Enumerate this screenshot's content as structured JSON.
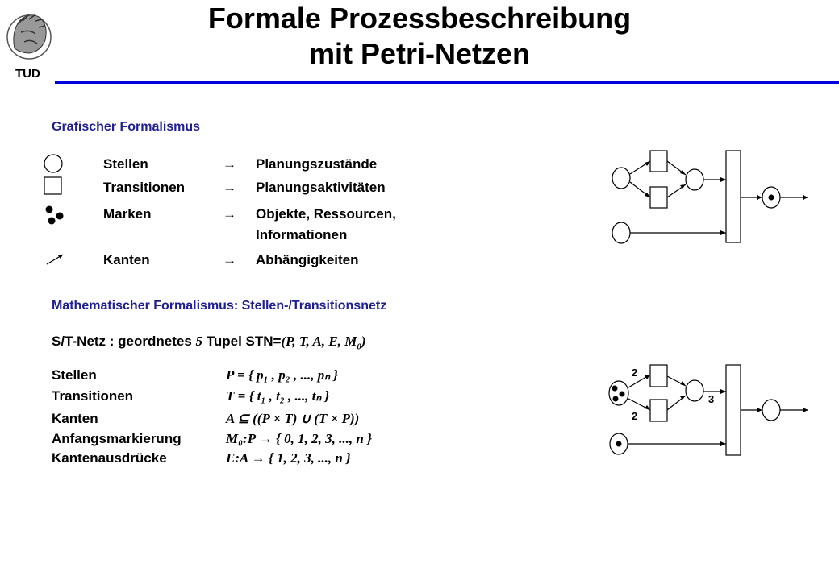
{
  "header": {
    "title_line1": "Formale Prozessbeschreibung",
    "title_line2": "mit Petri-Netzen",
    "logo_text": "TUD"
  },
  "grafisch": {
    "heading": "Grafischer Formalismus",
    "items": [
      {
        "term": "Stellen",
        "arrow": "→",
        "meaning": "Planungszustände"
      },
      {
        "term": "Transitionen",
        "arrow": "→",
        "meaning": "Planungsaktivitäten"
      },
      {
        "term": "Marken",
        "arrow": "→",
        "meaning": "Objekte, Ressourcen,",
        "meaning2": "Informationen"
      },
      {
        "term": "Kanten",
        "arrow": "→",
        "meaning": "Abhängigkeiten"
      }
    ]
  },
  "mathematisch": {
    "heading": "Mathematischer Formalismus: Stellen-/Transitionsnetz",
    "def_prefix": "S/T-Netz : geordnetes ",
    "def_number": "5",
    "def_mid": " Tupel STN=",
    "def_tuple": "(P, T, A, E, M",
    "def_sub": "0",
    "def_close": ")",
    "rows": [
      {
        "label": "Stellen",
        "formula": "P = { p₁ , p₂ , ..., pₙ }"
      },
      {
        "label": "Transitionen",
        "formula": "T = { t₁ , t₂ , ..., tₙ }"
      },
      {
        "label": "Kanten",
        "formula": "A ⊆ ((P × T)  ∪ (T × P))"
      },
      {
        "label": "Anfangsmarkierung",
        "formula": "M₀:P → { 0, 1, 2, 3, ..., n }"
      },
      {
        "label": "Kantenausdrücke",
        "formula": "E:A → { 1, 2, 3, ..., n }"
      }
    ]
  },
  "net2": {
    "weight_top": "2",
    "weight_bottom": "2",
    "weight_sync": "3"
  },
  "colors": {
    "accent_line": "#0000dd",
    "heading_blue": "#1f1f8f"
  }
}
